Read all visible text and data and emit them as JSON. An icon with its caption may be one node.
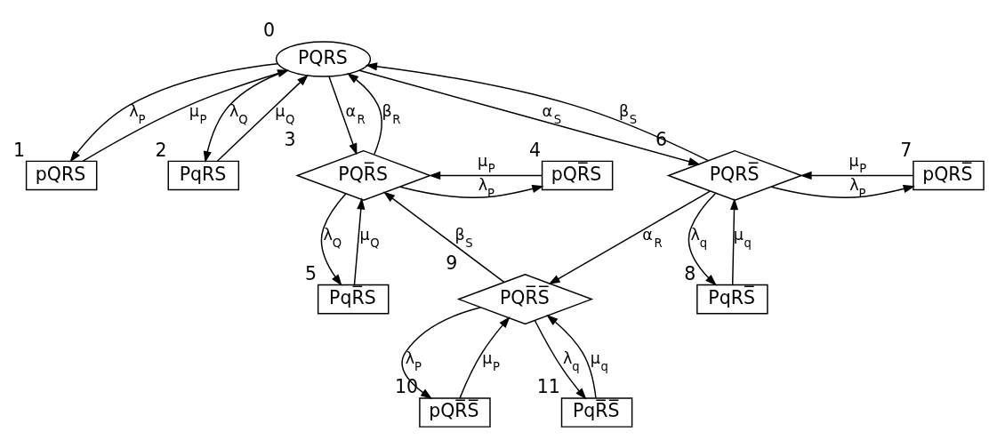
{
  "diagram": {
    "nodes": [
      {
        "text": [
          "PQRS"
        ],
        "beside": [
          "0"
        ]
      },
      {
        "text": [
          "pQRS"
        ],
        "beside": [
          "1"
        ]
      },
      {
        "text": [
          "PqRS"
        ],
        "beside": [
          "2"
        ]
      },
      {
        "text": [
          "PQR̅S"
        ],
        "beside": [
          "3"
        ]
      },
      {
        "text": [
          "pQR̅S"
        ],
        "beside": [
          "4"
        ]
      },
      {
        "text": [
          "PqR̅S"
        ],
        "beside": [
          "5"
        ]
      },
      {
        "text": [
          "PQRS̅"
        ],
        "beside": [
          "6"
        ]
      },
      {
        "text": [
          "pQRS̅"
        ],
        "beside": [
          "7"
        ]
      },
      {
        "text": [
          "PqRS̅"
        ],
        "beside": [
          "8"
        ]
      },
      {
        "text": [
          "PQR̅S̅"
        ],
        "beside": [
          "9"
        ]
      },
      {
        "text": [
          "pQR̅S̅"
        ],
        "beside": [
          "10"
        ]
      },
      {
        "text": [
          "PqR̅S̅"
        ],
        "beside": [
          "11"
        ]
      }
    ],
    "edges": [
      {
        "from": 1,
        "to": 0,
        "arrow": "to",
        "label": "μ$_{P}$"
      },
      {
        "from": 0,
        "to": 1,
        "arrow": "to",
        "label": "λ$_{P}$"
      },
      {
        "from": 2,
        "to": 0,
        "arrow": "to",
        "label": "μ$_{Q}$"
      },
      {
        "from": 0,
        "to": 2,
        "arrow": "to",
        "label": "λ$_{Q}$"
      },
      {
        "from": 0,
        "to": 3,
        "arrow": "to",
        "label": "α$_{R}$"
      },
      {
        "from": 3,
        "to": 0,
        "arrow": "to",
        "label": "β$_{R}$"
      },
      {
        "from": 0,
        "to": 6,
        "arrow": "to",
        "label": "α$_{S}$"
      },
      {
        "from": 6,
        "to": 0,
        "arrow": "to",
        "label": "β$_{S}$"
      },
      {
        "from": 4,
        "to": 3,
        "arrow": "to",
        "label": "μ$_{P}$"
      },
      {
        "from": 3,
        "to": 4,
        "arrow": "to",
        "label": "λ$_{P}$"
      },
      {
        "from": 3,
        "to": 5,
        "arrow": "to",
        "label": "λ$_{Q}$"
      },
      {
        "from": 5,
        "to": 3,
        "arrow": "to",
        "label": "μ$_{Q}$"
      },
      {
        "from": 6,
        "to": 7,
        "arrow": "to",
        "label": "λ$_{P}$"
      },
      {
        "from": 7,
        "to": 6,
        "arrow": "to",
        "label": "μ$_{P}$"
      },
      {
        "from": 6,
        "to": 8,
        "arrow": "to",
        "label": "λ$_{q}$"
      },
      {
        "from": 8,
        "to": 6,
        "arrow": "to",
        "label": "μ$_{q}$"
      },
      {
        "from": 9,
        "to": 3,
        "arrow": "to",
        "label": "β$_{S}$"
      },
      {
        "from": 6,
        "to": 9,
        "arrow": "to",
        "label": "α$_{R}$"
      },
      {
        "from": 9,
        "to": 10,
        "arrow": "to",
        "label": "λ$_{P}$"
      },
      {
        "from": 10,
        "to": 9,
        "arrow": "to",
        "label": "μ$_{P}$"
      },
      {
        "from": 9,
        "to": 11,
        "arrow": "to",
        "label": "λ$_{q}$"
      },
      {
        "from": 11,
        "to": 9,
        "arrow": "to",
        "label": "μ$_{q}$"
      }
    ]
  }
}
